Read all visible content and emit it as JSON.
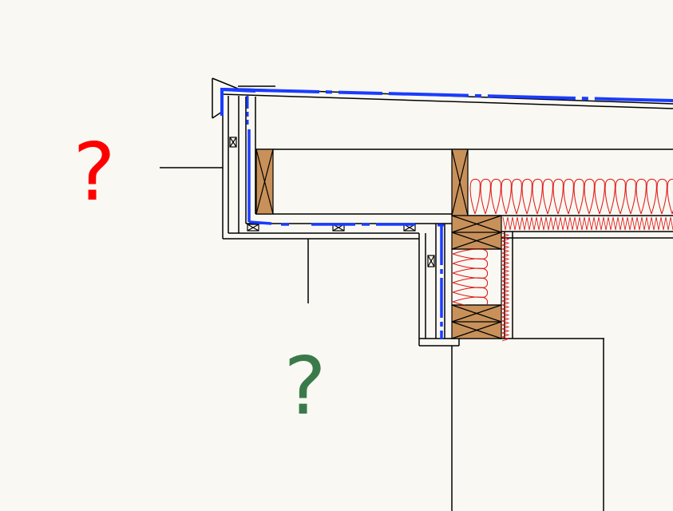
{
  "labels": {
    "upper_question": "?",
    "lower_question": "?"
  },
  "colors": {
    "background": "#f9f8f2",
    "line": "#000000",
    "membrane": "#1a3cff",
    "timber": "#c8915a",
    "insulation": "#e01010",
    "upper_question": "#ff0000",
    "lower_question": "#3a7a4a"
  },
  "components": [
    "roof-deck",
    "fascia",
    "soffit",
    "blue-membrane",
    "timber-blocking",
    "batt-insulation",
    "wall-studs",
    "leader-lines"
  ]
}
